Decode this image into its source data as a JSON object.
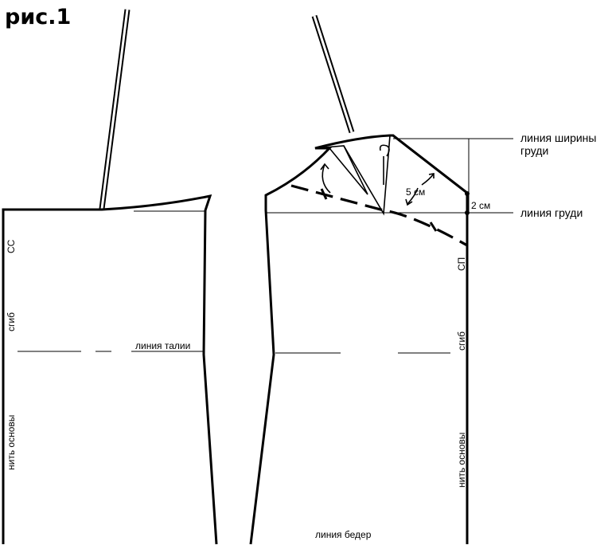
{
  "title": "рис.1",
  "left_panel": {
    "label_cc": "СС",
    "label_fold": "сгиб",
    "label_grain": "нить основы",
    "label_waist": "линия талии"
  },
  "right_panel": {
    "label_bust_width_line": [
      "линия ширины",
      "груди"
    ],
    "label_bust_line": "линия груди",
    "label_2cm": "2 см",
    "label_5cm": "5 см",
    "label_sp": "СП",
    "label_fold": "сгиб",
    "label_grain": "нить основы",
    "label_hip_line": "линия бедер"
  }
}
